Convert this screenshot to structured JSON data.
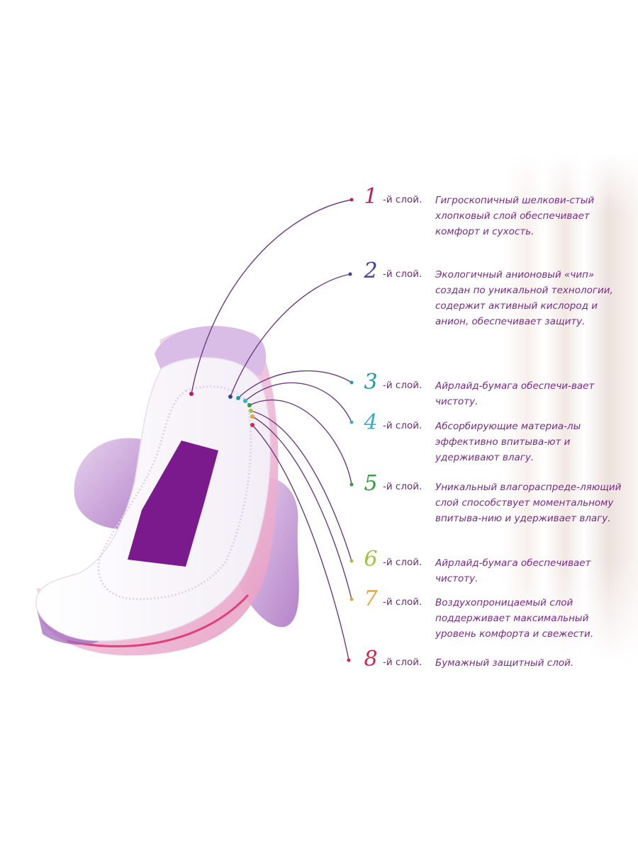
{
  "layers": [
    {
      "number": "1",
      "suffix": "-й слой.",
      "color": "#c2185b",
      "text": "Гигроскопичный шелкови-стый хлопковый слой обеспечивает комфорт и сухость."
    },
    {
      "number": "2",
      "suffix": "-й слой.",
      "color": "#3f3f9e",
      "text": "Экологичный анионовый «чип» создан по уникальной технологии, содержит активный кислород и анион, обеспечивает защиту."
    },
    {
      "number": "3",
      "suffix": "-й слой.",
      "color": "#1f9e9e",
      "text": "Айрлайд-бумага обеспечи-вает чистоту."
    },
    {
      "number": "4",
      "suffix": "-й слой.",
      "color": "#3aaec8",
      "text": "Абсорбирующие материа-лы эффективно впитыва-ют и удерживают влагу."
    },
    {
      "number": "5",
      "suffix": "-й слой.",
      "color": "#2e9e3e",
      "text": "Уникальный влагораспреде-ляющий слой способствует моментальному впитыва-нию и удерживает влагу."
    },
    {
      "number": "6",
      "suffix": "-й слой.",
      "color": "#9cc63a",
      "text": "Айрлайд-бумага обеспечивает чистоту."
    },
    {
      "number": "7",
      "suffix": "-й слой.",
      "color": "#f0a030",
      "text": "Воздухопроницаемый слой поддерживает максимальный уровень комфорта и свежести."
    },
    {
      "number": "8",
      "suffix": "-й слой.",
      "color": "#d0284a",
      "text": "Бумажный защитный слой."
    }
  ],
  "colors": {
    "text": "#7a2a86",
    "leader_line": "#6a3e80",
    "pad_wing": "#c9a2d8",
    "pad_accent": "#e0407a",
    "core_strip": "#7b1a8c"
  }
}
